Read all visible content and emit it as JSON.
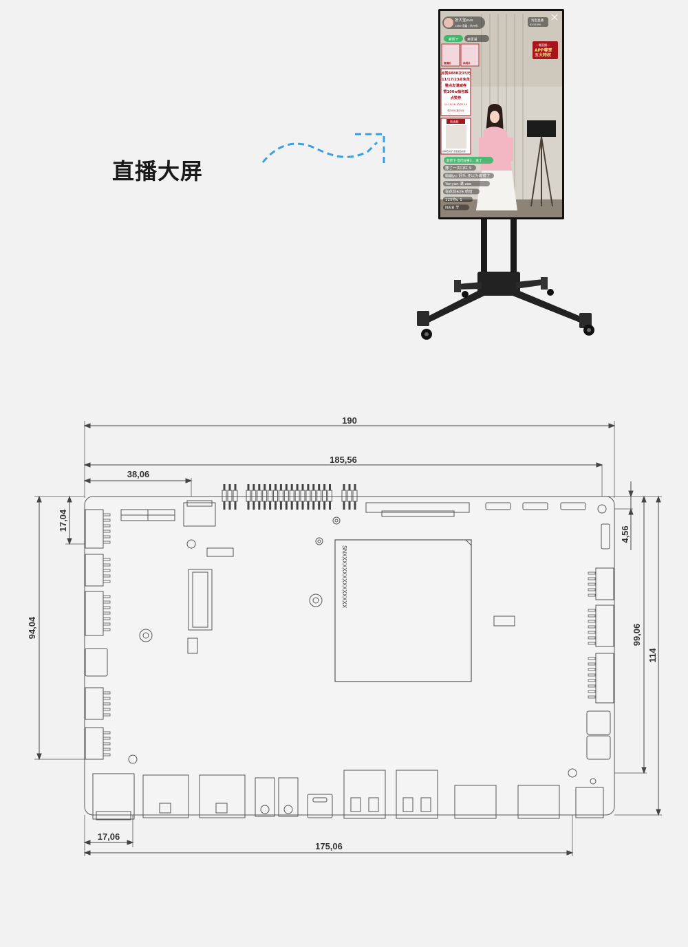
{
  "headline": "直播大屏",
  "colors": {
    "background": "#f2f2f2",
    "accent_curve": "#3aa0e0",
    "board_line": "#555555",
    "dimension_line": "#444444"
  },
  "screen": {
    "host_name": "张大宝eve",
    "host_sub": "1669 观看 | 杭州市",
    "follow_label": "淘宝直播",
    "follow_sub": "ID:55390",
    "close_icon": "close-icon",
    "tag_new": "新所下",
    "tag_recommend": "亲居溜",
    "product_1_label": "复摆衫",
    "product_2_label": "休闲片",
    "promo_right_1": "—看直播—",
    "promo_right_2": "APP尊享",
    "promo_right_3": "五大特权",
    "promo_lines": [
      "点赞4888次15元",
      "11/17/23点免单",
      "整点发满减券",
      "赞100w抽包邮",
      "点赞券",
      "11:10/16:10/22:10",
      "领20元/减25元"
    ],
    "hot_item_label": "热卖款",
    "hot_item_caption": "高端毛衣装气质套装连衣裙",
    "comment_banner": "新所下  但行好事3... 来了",
    "chat": [
      "撒了一次口红 9",
      "幽幽yu 好乐,还以为着错了",
      "Yanyan 满 zao",
      "张花花626 哈哈",
      "125你u 1",
      "NAIB 半"
    ]
  },
  "dimensions": {
    "overall_width": "190",
    "hole_span_width": "185,56",
    "left_offset": "38,06",
    "top_offset": "17,04",
    "left_height": "94,04",
    "right_top_offset": "4,56",
    "right_height": "99,06",
    "overall_height": "114",
    "bottom_left_offset": "17,06",
    "bottom_span": "175,06"
  },
  "board": {
    "chip_marking": "SNXXXXXXXXXXXXXXX"
  }
}
